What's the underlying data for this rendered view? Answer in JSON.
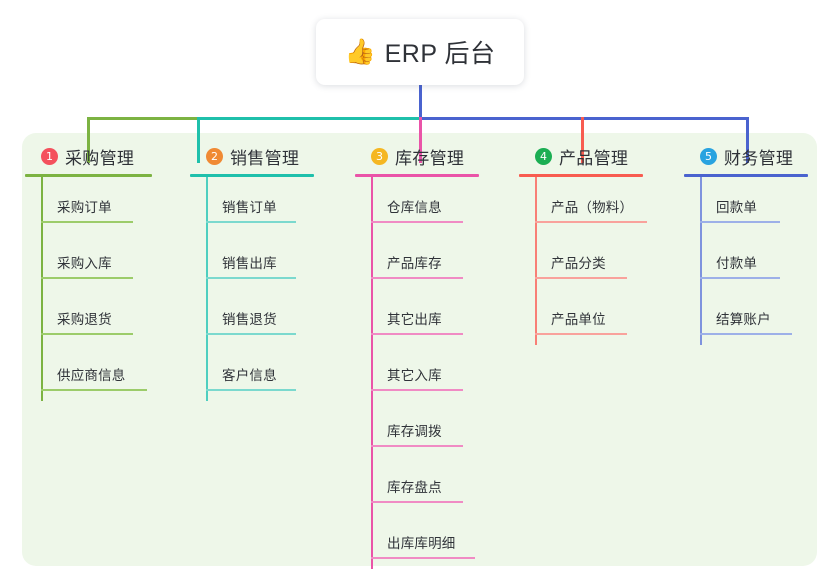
{
  "diagram": {
    "type": "mind-map",
    "root": {
      "icon": "thumbs-up-icon",
      "emoji": "👍",
      "title": "ERP 后台"
    },
    "background_color": "#eef7e9",
    "columns": [
      {
        "number": "1",
        "title": "采购管理",
        "badge_color": "#f4515d",
        "line_color": "#7cb342",
        "items": [
          "采购订单",
          "采购入库",
          "采购退货",
          "供应商信息"
        ]
      },
      {
        "number": "2",
        "title": "销售管理",
        "badge_color": "#f08a34",
        "line_color": "#1fc0ab",
        "items": [
          "销售订单",
          "销售出库",
          "销售退货",
          "客户信息"
        ]
      },
      {
        "number": "3",
        "title": "库存管理",
        "badge_color": "#f5b722",
        "line_color": "#ea54a8",
        "items": [
          "仓库信息",
          "产品库存",
          "其它出库",
          "其它入库",
          "库存调拨",
          "库存盘点",
          "出库库明细"
        ]
      },
      {
        "number": "4",
        "title": "产品管理",
        "badge_color": "#1bae53",
        "line_color": "#f85c50",
        "items": [
          "产品（物料）",
          "产品分类",
          "产品单位"
        ]
      },
      {
        "number": "5",
        "title": "财务管理",
        "badge_color": "#29a3e0",
        "line_color": "#4a63cf",
        "items": [
          "回款单",
          "付款单",
          "结算账户"
        ]
      }
    ],
    "connector_colors": {
      "root_stem": "#4a63cf",
      "bus_left": "#7cb342",
      "bus_mid": "#1fc0ab",
      "bus_right": "#4a63cf"
    }
  }
}
